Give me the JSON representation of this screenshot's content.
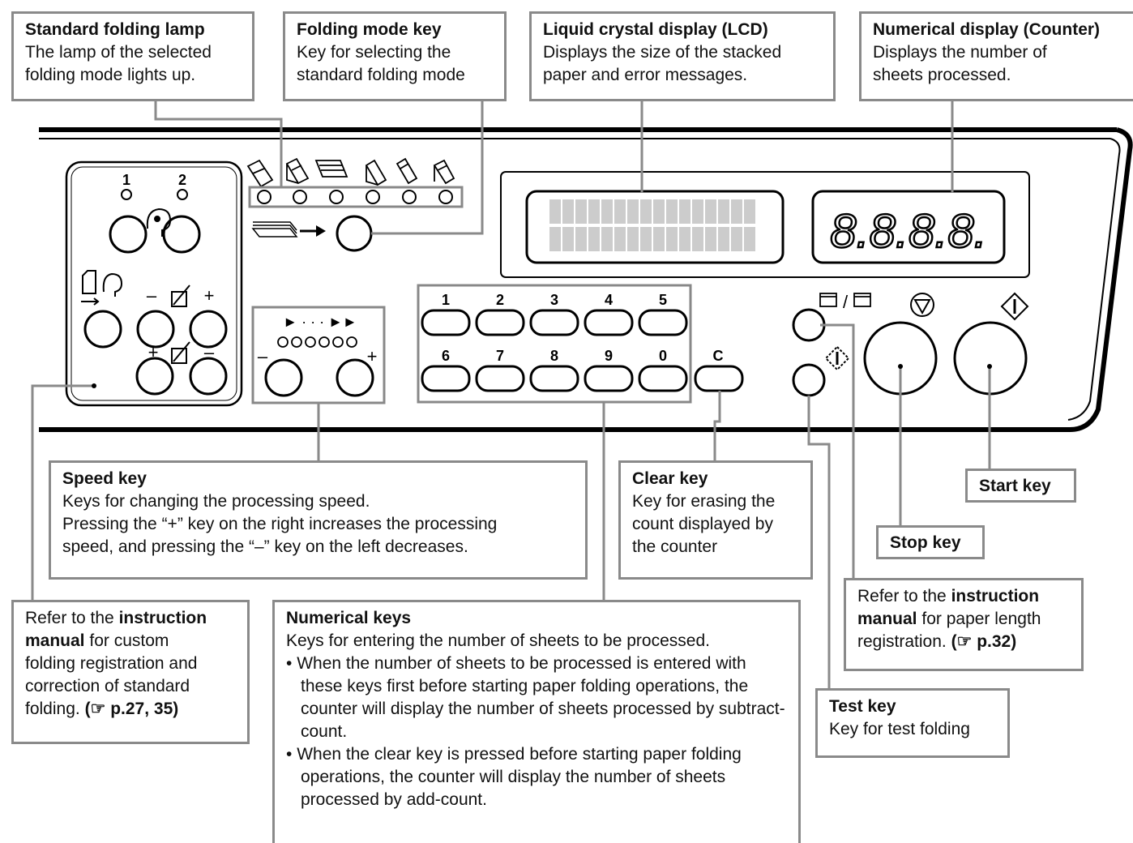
{
  "callouts": {
    "standard_lamp": {
      "title": "Standard folding lamp",
      "lines": [
        "The lamp of the selected",
        "folding mode lights up."
      ]
    },
    "folding_mode_key": {
      "title": "Folding mode key",
      "lines": [
        "Key for selecting the",
        "standard folding mode"
      ]
    },
    "lcd": {
      "title": "Liquid crystal display (LCD)",
      "lines": [
        "Displays the size of the stacked",
        "paper and error messages."
      ]
    },
    "counter": {
      "title": "Numerical display (Counter)",
      "lines": [
        "Displays the number of",
        "sheets processed."
      ]
    },
    "speed_key": {
      "title": "Speed key",
      "lines": [
        "Keys for changing the processing speed.",
        "Pressing the “+” key on the right increases the processing",
        "speed, and pressing the “–” key on the left decreases."
      ]
    },
    "clear_key": {
      "title": "Clear key",
      "lines": [
        "Key for erasing the",
        "count displayed by",
        "the counter"
      ]
    },
    "start_key": {
      "title": "Start key"
    },
    "stop_key": {
      "title": "Stop key"
    },
    "paper_length": {
      "pre": "Refer to the ",
      "bold": "instruction",
      "bold2": "manual",
      "post": " for paper length",
      "last": "registration. ",
      "ref": "(☞ p.32)"
    },
    "custom_folding": {
      "pre": "Refer to the ",
      "bold": "instruction",
      "bold2": "manual",
      "post": " for custom",
      "l3": "folding registration and",
      "l4": "correction of standard",
      "l5": "folding. ",
      "ref": "(☞ p.27, 35)"
    },
    "numerical_keys": {
      "title": "Numerical keys",
      "intro": "Keys for entering the number of sheets to be processed.",
      "bullets": [
        "When the number of sheets to be processed is entered with these keys first before starting paper folding operations, the counter will display the number of sheets processed by subtract-count.",
        "When the clear key is pressed before starting paper folding operations, the counter will display the number of sheets processed by add-count."
      ]
    },
    "test_key": {
      "title": "Test key",
      "lines": [
        "Key for test folding"
      ]
    }
  },
  "panel": {
    "mode_labels": [
      "1",
      "2"
    ],
    "numeric_keys_top": [
      "1",
      "2",
      "3",
      "4",
      "5"
    ],
    "numeric_keys_bottom": [
      "6",
      "7",
      "8",
      "9",
      "0"
    ],
    "clear_label": "C",
    "counter_digits": "8.8.8.8.",
    "minus": "–",
    "plus": "+",
    "speed_arrows": "► · · · ►►",
    "slash": "/"
  }
}
